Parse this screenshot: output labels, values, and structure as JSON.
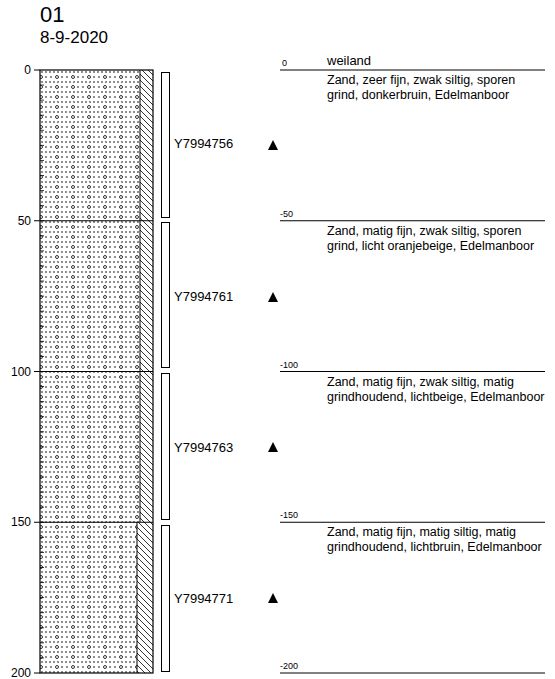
{
  "diagram": {
    "title": "01",
    "nodes": [
      {
        "text": [
          "Y7994756"
        ]
      },
      {
        "text": [
          "Y7994761"
        ]
      },
      {
        "text": [
          "Y7994763"
        ]
      },
      {
        "text": [
          "Y7994771"
        ]
      }
    ],
    "labels": [
      "8-9-2020",
      "0",
      "50",
      "100",
      "150",
      "200",
      "0",
      "weiland",
      "Zand, zeer fijn, zwak siltig, sporen grind, donkerbruin, Edelmanboor",
      "-50",
      "Zand, matig fijn, zwak siltig, sporen grind, licht oranjebeige, Edelmanboor",
      "-100",
      "Zand, matig fijn, zwak siltig, matig grindhoudend, lichtbeige, Edelmanboor",
      "-150",
      "Zand, matig fijn, matig siltig, matig grindhoudend, lichtbruin, Edelmanboor",
      "-200"
    ]
  }
}
